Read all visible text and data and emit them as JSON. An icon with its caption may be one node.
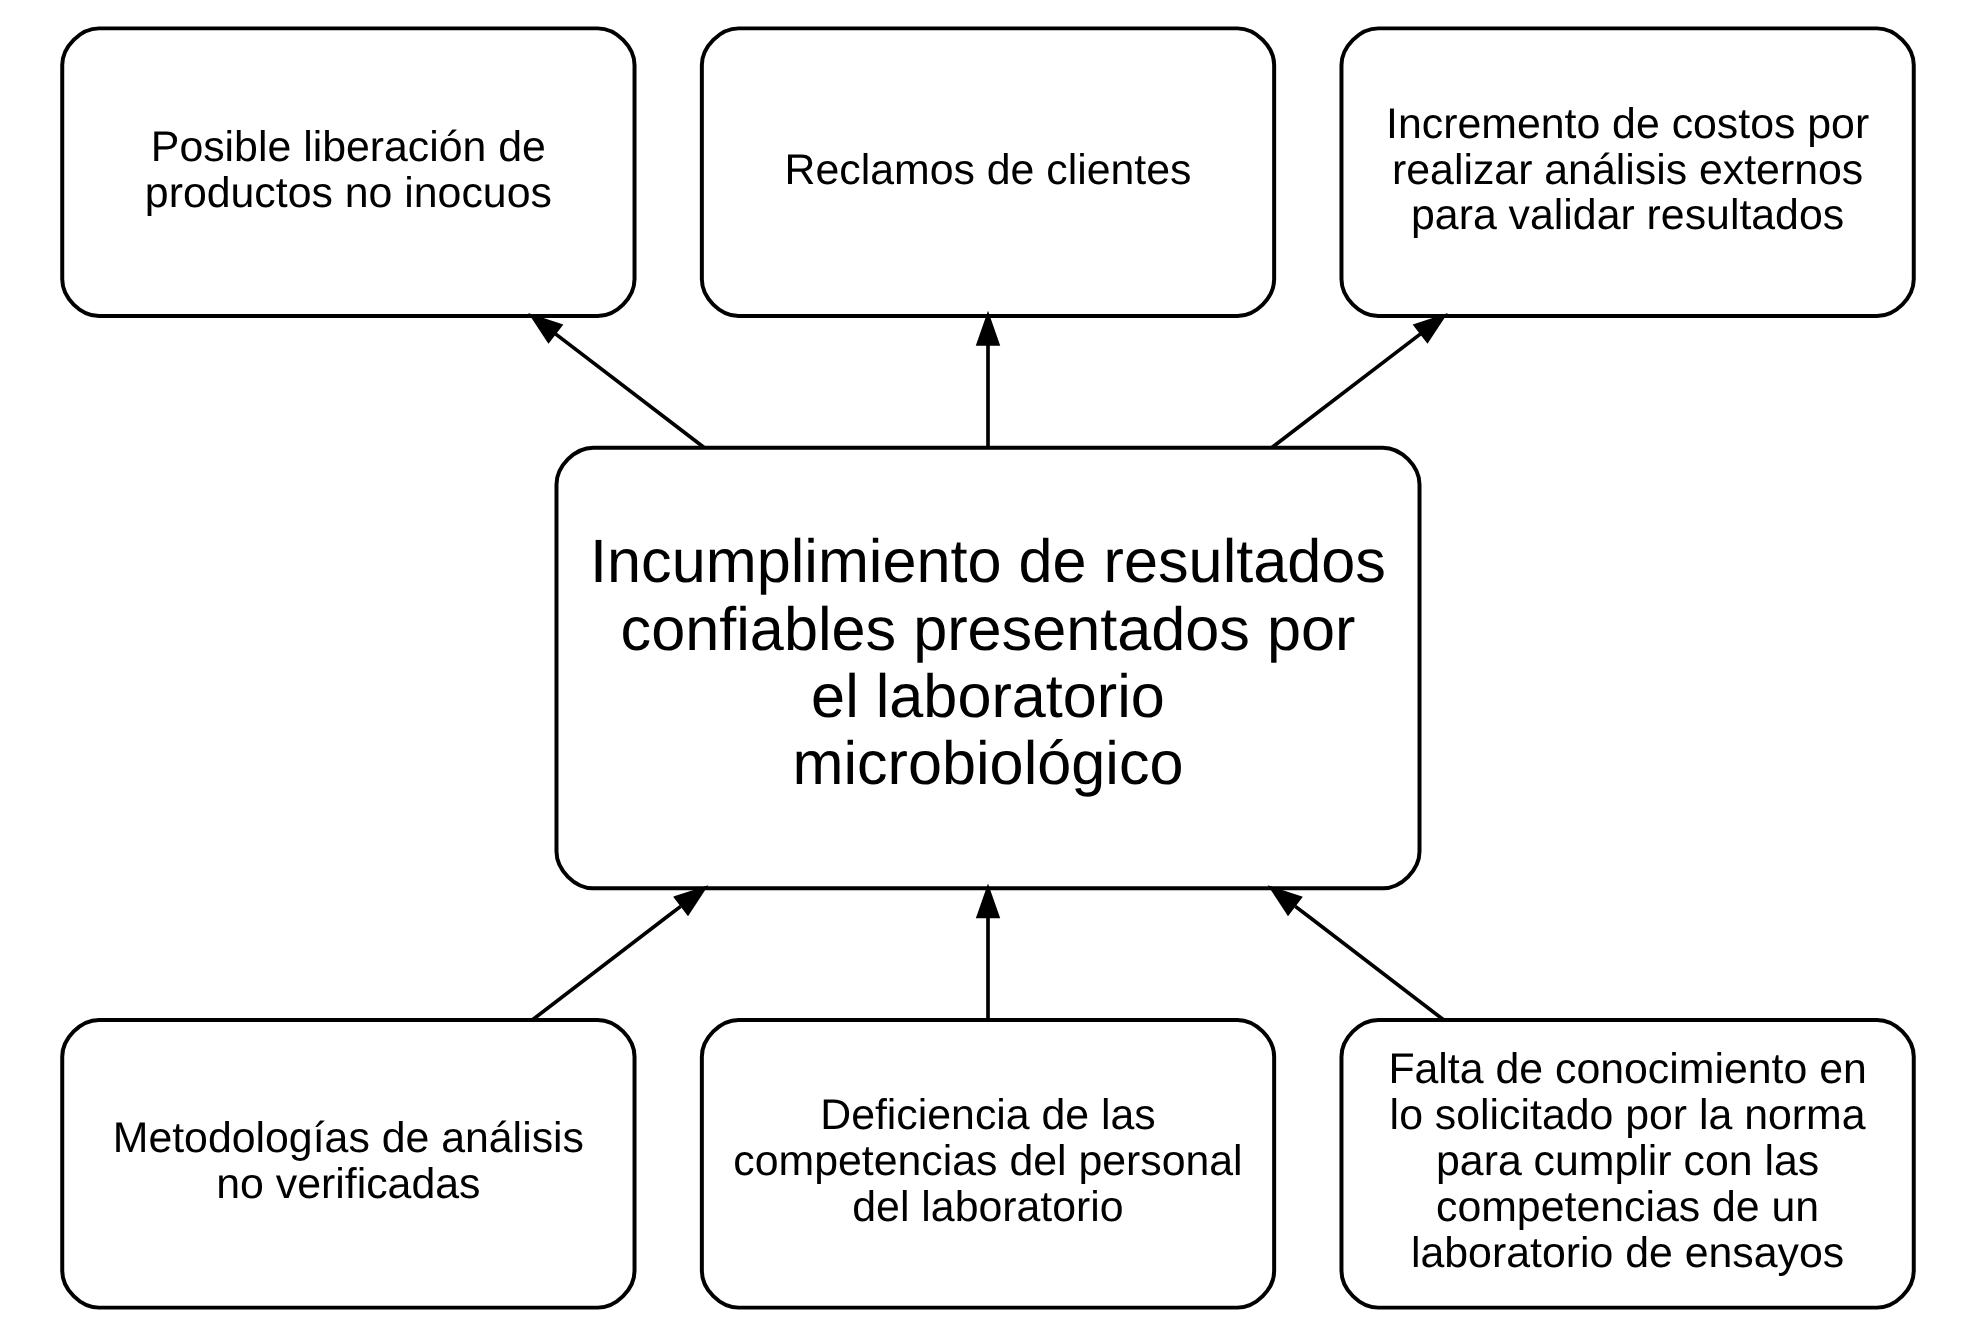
{
  "diagram": {
    "nodes": [
      {
        "text": [
          "Incumplimiento de resultados confiables presentados por el laboratorio microbiológico"
        ]
      },
      {
        "text": [
          "Posible liberación de productos no inocuos"
        ]
      },
      {
        "text": [
          "Reclamos de clientes"
        ]
      },
      {
        "text": [
          "Incremento de costos por realizar análisis externos para validar resultados"
        ]
      },
      {
        "text": [
          "Metodologías de análisis no verificadas"
        ]
      },
      {
        "text": [
          "Deficiencia de las competencias del personal del laboratorio"
        ]
      },
      {
        "text": [
          "Falta de conocimiento en lo solicitado por la norma para cumplir con las competencias de un laboratorio de ensayos"
        ]
      }
    ],
    "edges": [
      {
        "from": 0,
        "to": 1,
        "arrow": "to"
      },
      {
        "from": 0,
        "to": 2,
        "arrow": "to"
      },
      {
        "from": 0,
        "to": 3,
        "arrow": "to"
      },
      {
        "from": 4,
        "to": 0,
        "arrow": "to"
      },
      {
        "from": 5,
        "to": 0,
        "arrow": "to"
      },
      {
        "from": 6,
        "to": 0,
        "arrow": "to"
      }
    ]
  }
}
